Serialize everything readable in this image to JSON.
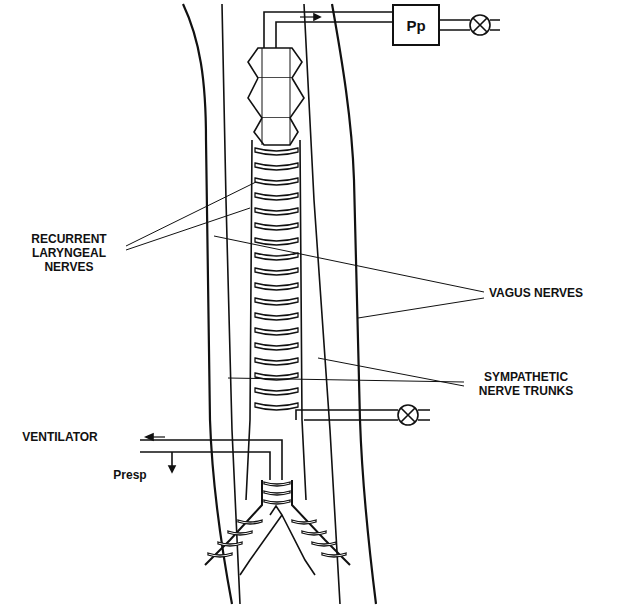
{
  "diagram": {
    "nodes": [
      {
        "text": [
          "Pp"
        ]
      }
    ],
    "labels": [
      "RECURRENT LARYNGEAL NERVES",
      "VAGUS NERVES",
      "SYMPATHETIC NERVE TRUNKS",
      "VENTILATOR",
      "Presp"
    ]
  }
}
